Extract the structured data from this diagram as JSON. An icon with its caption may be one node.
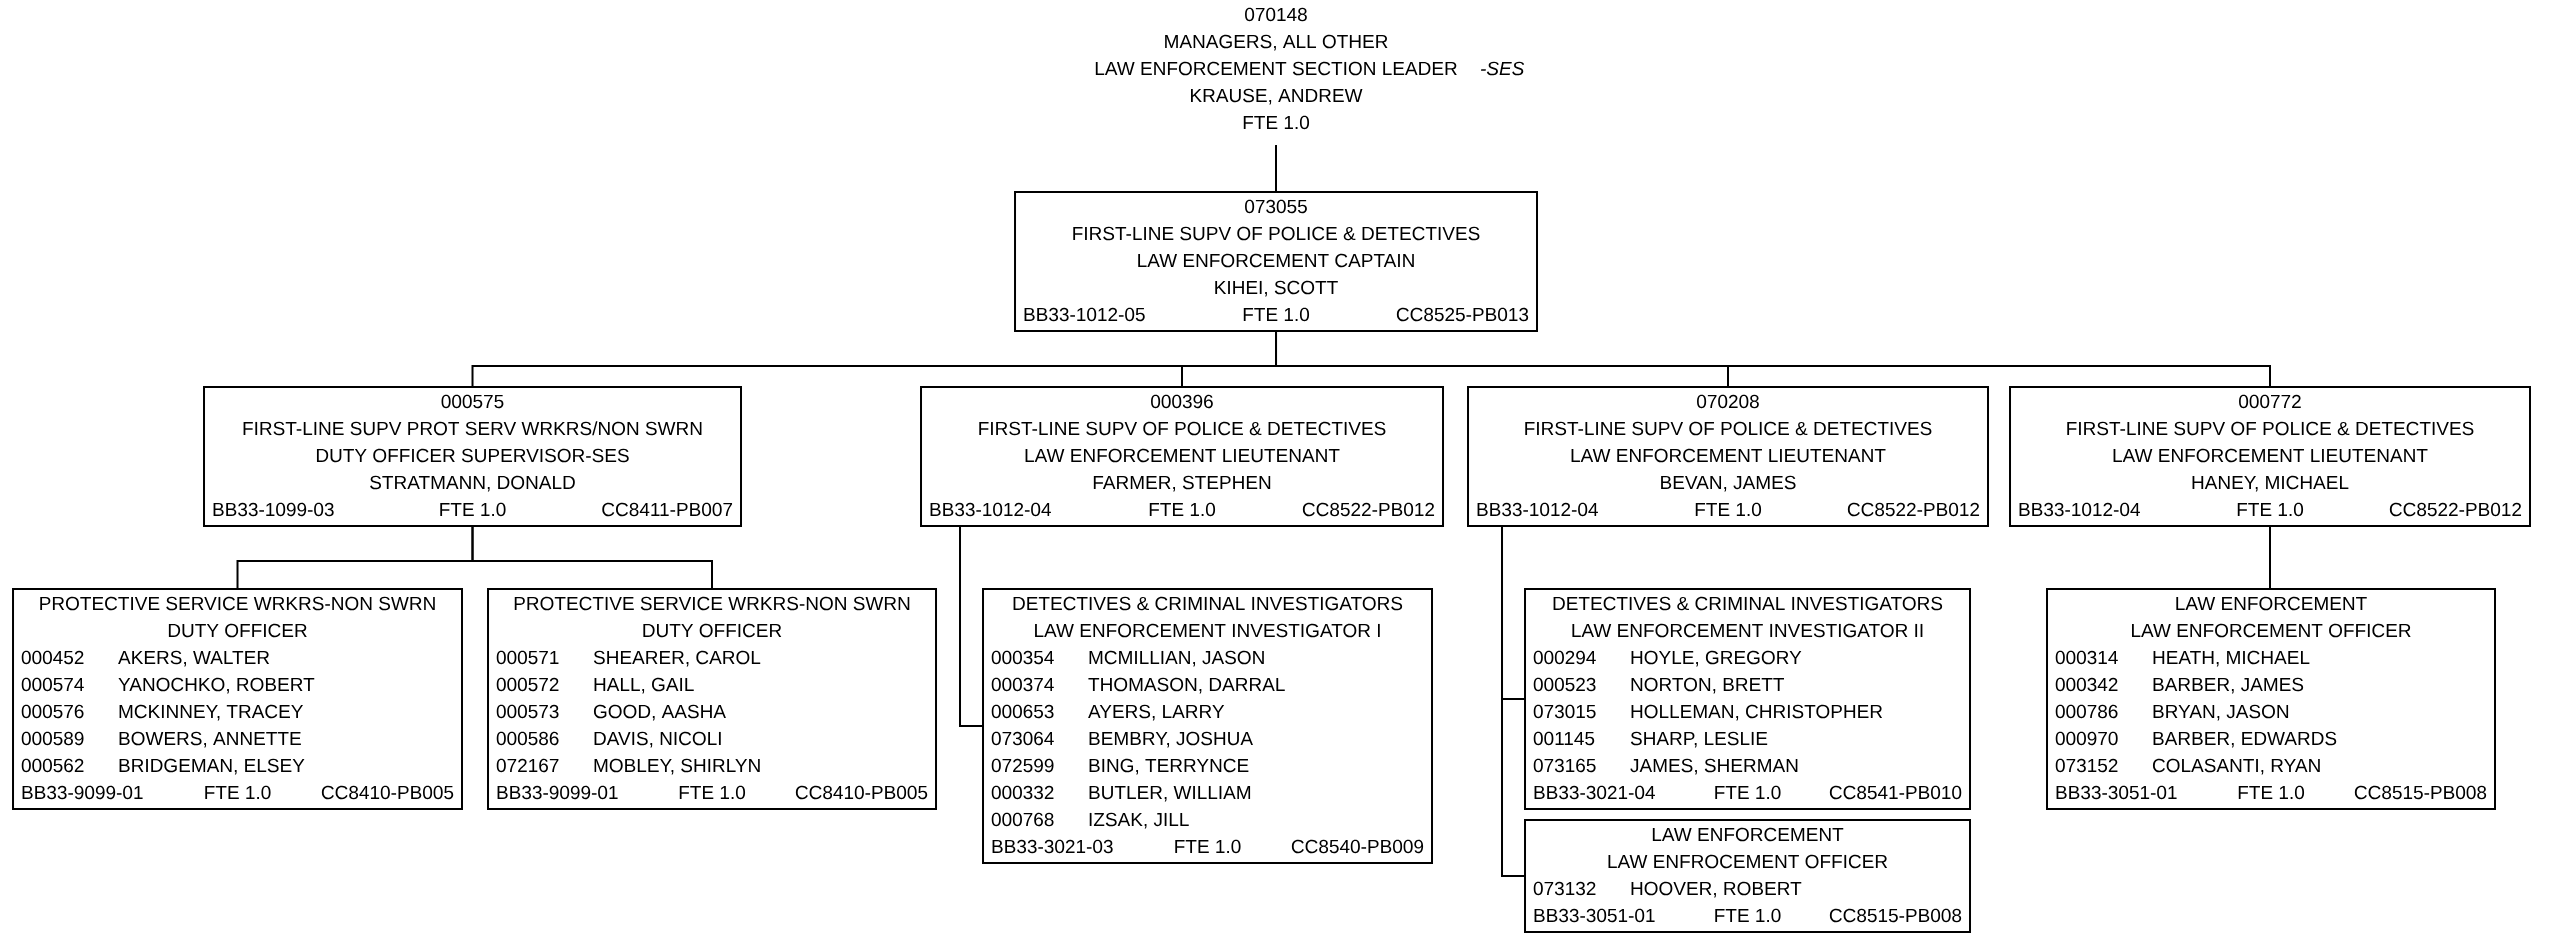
{
  "diagram": {
    "nodes": [
      {
        "text": [
          "070148",
          "MANAGERS, ALL OTHER",
          "LAW ENFORCEMENT SECTION LEADER",
          "KRAUSE, ANDREW",
          "FTE 1.0"
        ]
      },
      {
        "text": [
          "073055",
          "FIRST-LINE SUPV OF POLICE & DETECTIVES",
          "LAW ENFORCEMENT CAPTAIN",
          "KIHEI, SCOTT",
          "BB33-1012-05",
          "FTE 1.0",
          "CC8525-PB013"
        ]
      },
      {
        "text": [
          "000575",
          "FIRST-LINE SUPV PROT SERV WRKRS/NON SWRN",
          "DUTY OFFICER SUPERVISOR-SES",
          "STRATMANN, DONALD",
          "BB33-1099-03",
          "FTE 1.0",
          "CC8411-PB007"
        ]
      },
      {
        "text": [
          "000396",
          "FIRST-LINE SUPV OF POLICE & DETECTIVES",
          "LAW ENFORCEMENT LIEUTENANT",
          "FARMER, STEPHEN",
          "BB33-1012-04",
          "FTE 1.0",
          "CC8522-PB012"
        ]
      },
      {
        "text": [
          "070208",
          "FIRST-LINE SUPV  OF POLICE & DETECTIVES",
          "LAW ENFORCEMENT LIEUTENANT",
          "BEVAN, JAMES",
          "BB33-1012-04",
          "FTE 1.0",
          "CC8522-PB012"
        ]
      },
      {
        "text": [
          "000772",
          "FIRST-LINE SUPV  OF POLICE & DETECTIVES",
          "LAW ENFORCEMENT LIEUTENANT",
          "HANEY, MICHAEL",
          "BB33-1012-04",
          "FTE 1.0",
          "CC8522-PB012"
        ]
      },
      {
        "text": [
          "PROTECTIVE SERVICE WRKRS-NON SWRN",
          "DUTY OFFICER",
          "000452",
          "AKERS, WALTER",
          "000574",
          "YANOCHKO, ROBERT",
          "000576",
          "MCKINNEY, TRACEY",
          "000589",
          "BOWERS, ANNETTE",
          "000562",
          "BRIDGEMAN, ELSEY",
          "BB33-9099-01",
          "FTE 1.0",
          "CC8410-PB005"
        ]
      },
      {
        "text": [
          "PROTECTIVE SERVICE WRKRS-NON SWRN",
          "DUTY OFFICER",
          "000571",
          "SHEARER, CAROL",
          "000572",
          "HALL, GAIL",
          "000573",
          "GOOD, AASHA",
          "000586",
          "DAVIS, NICOLI",
          "072167",
          "MOBLEY, SHIRLYN",
          "BB33-9099-01",
          "FTE 1.0",
          "CC8410-PB005"
        ]
      },
      {
        "text": [
          "DETECTIVES & CRIMINAL INVESTIGATORS",
          "LAW ENFORCEMENT INVESTIGATOR I",
          "000354",
          "MCMILLIAN, JASON",
          "000374",
          "THOMASON, DARRAL",
          "000653",
          "AYERS, LARRY",
          "073064",
          "BEMBRY, JOSHUA",
          "072599",
          "BING, TERRYNCE",
          "000332",
          "BUTLER, WILLIAM",
          "000768",
          "IZSAK, JILL",
          "BB33-3021-03",
          "FTE 1.0",
          "CC8540-PB009"
        ]
      },
      {
        "text": [
          "DETECTIVES & CRIMINAL INVESTIGATORS",
          "LAW ENFORCEMENT INVESTIGATOR II",
          "000294",
          "HOYLE, GREGORY",
          "000523",
          "NORTON, BRETT",
          "073015",
          "HOLLEMAN, CHRISTOPHER",
          "001145",
          "SHARP, LESLIE",
          "073165",
          "JAMES, SHERMAN",
          "BB33-3021-04",
          "FTE 1.0",
          "CC8541-PB010"
        ]
      },
      {
        "text": [
          "LAW ENFORCEMENT",
          "LAW ENFROCEMENT OFFICER",
          "073132",
          "HOOVER, ROBERT",
          "BB33-3051-01",
          "FTE 1.0",
          "CC8515-PB008"
        ]
      },
      {
        "text": [
          "LAW ENFORCEMENT",
          "LAW ENFORCEMENT OFFICER",
          "000314",
          "HEATH, MICHAEL",
          "000342",
          "BARBER, JAMES",
          "000786",
          "BRYAN, JASON",
          "000970",
          "BARBER, EDWARDS",
          "073152",
          "COLASANTI, RYAN",
          "BB33-3051-01",
          "FTE 1.0",
          "CC8515-PB008"
        ]
      }
    ],
    "edges": [
      {
        "from": 0,
        "to": 1,
        "arrow": "none"
      },
      {
        "from": 1,
        "to": 2,
        "arrow": "none"
      },
      {
        "from": 1,
        "to": 3,
        "arrow": "none"
      },
      {
        "from": 1,
        "to": 4,
        "arrow": "none"
      },
      {
        "from": 1,
        "to": 5,
        "arrow": "none"
      },
      {
        "from": 2,
        "to": 6,
        "arrow": "none"
      },
      {
        "from": 2,
        "to": 7,
        "arrow": "none"
      },
      {
        "from": 3,
        "to": 8,
        "arrow": "none"
      },
      {
        "from": 4,
        "to": 9,
        "arrow": "none"
      },
      {
        "from": 4,
        "to": 10,
        "arrow": "none"
      },
      {
        "from": 5,
        "to": 11,
        "arrow": "none"
      }
    ],
    "labels": [
      "-SES"
    ]
  }
}
